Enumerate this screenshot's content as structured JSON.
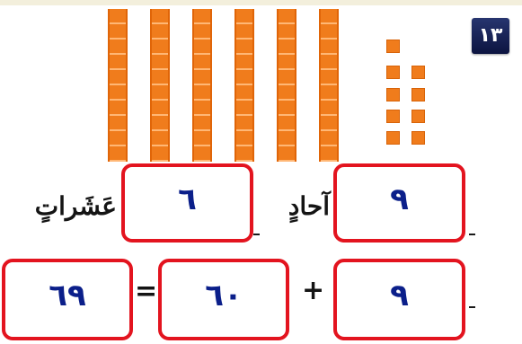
{
  "exercise": {
    "number": "١٣"
  },
  "model": {
    "tens_rods": 6,
    "ones_units": 9
  },
  "row1": {
    "ones_value": "٩",
    "ones_label": "آحادٍ",
    "tens_value": "٦",
    "tens_label": "عَشَراتٍ"
  },
  "row2": {
    "ones_value": "٩",
    "plus": "+",
    "tens_value": "٦٠",
    "equals": "=",
    "total_value": "٦٩"
  },
  "colors": {
    "box_border": "#e3141f",
    "digit": "#0b1f8a",
    "block": "#f07c1c",
    "badge": "#1b2760"
  }
}
